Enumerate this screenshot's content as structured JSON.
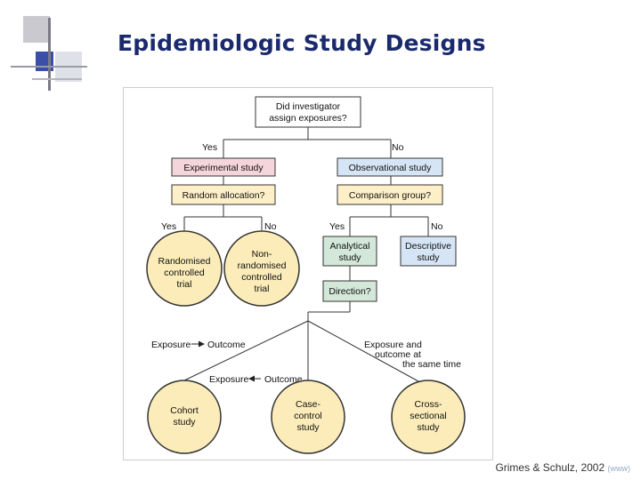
{
  "slide": {
    "title": "Epidemiologic Study Designs",
    "citation": "Grimes & Schulz, 2002",
    "citation_link": "(www)"
  },
  "colors": {
    "title": "#1a2a6c",
    "experimental_box": "#f5d5dc",
    "observational_box": "#d6e5f5",
    "question_box": "#fdf0c8",
    "analytical_box": "#d3e8d9",
    "circle_fill": "#fbecb9",
    "accent_square": "#3b4fa8"
  },
  "diagram": {
    "root": "Did investigator assign exposures?",
    "root_yes": "Yes",
    "root_no": "No",
    "experimental": "Experimental study",
    "observational": "Observational study",
    "random_allocation": "Random allocation?",
    "comparison_group": "Comparison group?",
    "ra_yes": "Yes",
    "ra_no": "No",
    "cg_yes": "Yes",
    "cg_no": "No",
    "rct": [
      "Randomised",
      "controlled",
      "trial"
    ],
    "non_rct": [
      "Non-",
      "randomised",
      "controlled",
      "trial"
    ],
    "analytical": [
      "Analytical",
      "study"
    ],
    "descriptive": [
      "Descriptive",
      "study"
    ],
    "direction": "Direction?",
    "exp_out_a": "Exposure",
    "exp_out_b": "Outcome",
    "out_exp_a": "Exposure",
    "out_exp_b": "Outcome",
    "same_time": [
      "Exposure and",
      "outcome at",
      "the same time"
    ],
    "cohort": [
      "Cohort",
      "study"
    ],
    "case_control": [
      "Case-",
      "control",
      "study"
    ],
    "cross_sectional": [
      "Cross-",
      "sectional",
      "study"
    ]
  }
}
